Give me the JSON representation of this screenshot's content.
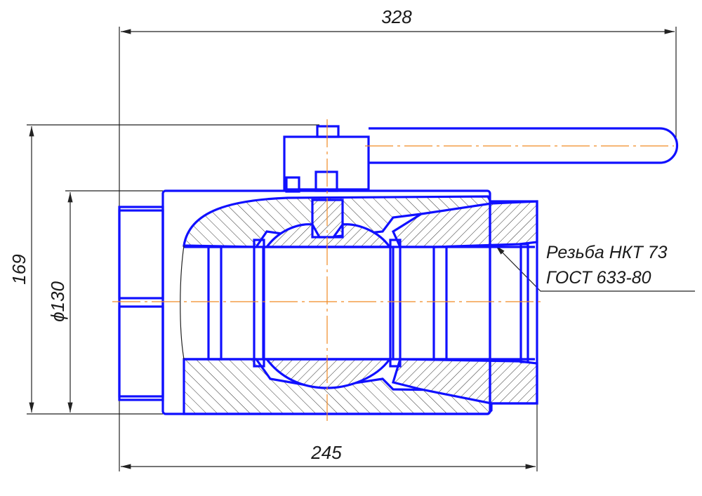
{
  "drawing": {
    "title": "Ball valve section",
    "dimensions": {
      "overall_length": "328",
      "height": "169",
      "diameter": "ϕ130",
      "body_length": "245"
    },
    "thread_note": {
      "line1": "Резьба НКТ 73",
      "line2": "ГОСТ 633-80"
    },
    "colors": {
      "outline": "#1010ff",
      "centerline": "#f08a24",
      "dimension": "#222222"
    }
  }
}
